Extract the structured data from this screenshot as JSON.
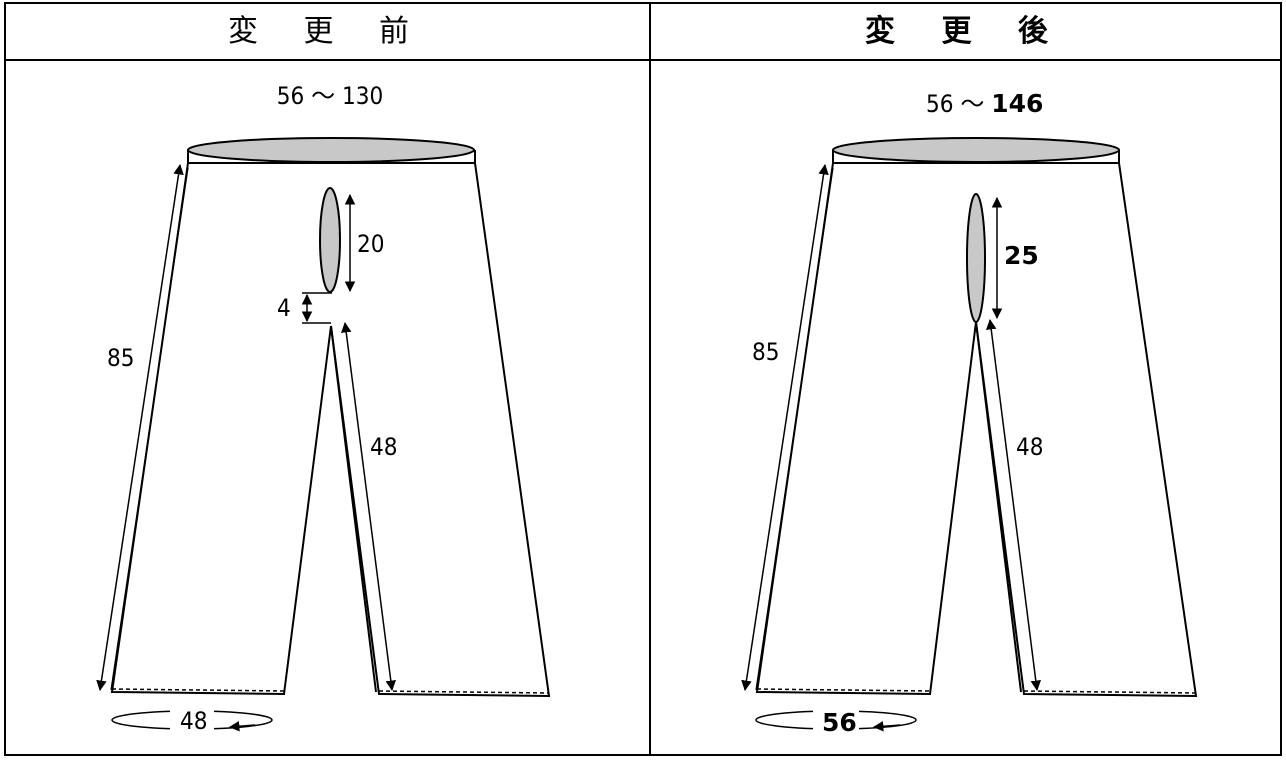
{
  "headers": {
    "before": "変 更 前",
    "after": "変 更 後"
  },
  "before": {
    "waist_range": "56 ～ 130",
    "opening_length": "20",
    "gap_length": "4",
    "outer_length": "85",
    "inner_length": "48",
    "hem_circumference": "48"
  },
  "after": {
    "waist_range_start": "56 ～ ",
    "waist_range_end": "146",
    "opening_length": "25",
    "outer_length": "85",
    "inner_length": "48",
    "hem_circumference": "56"
  },
  "colors": {
    "fill_gray": "#c8c8c8",
    "line": "#000000"
  }
}
